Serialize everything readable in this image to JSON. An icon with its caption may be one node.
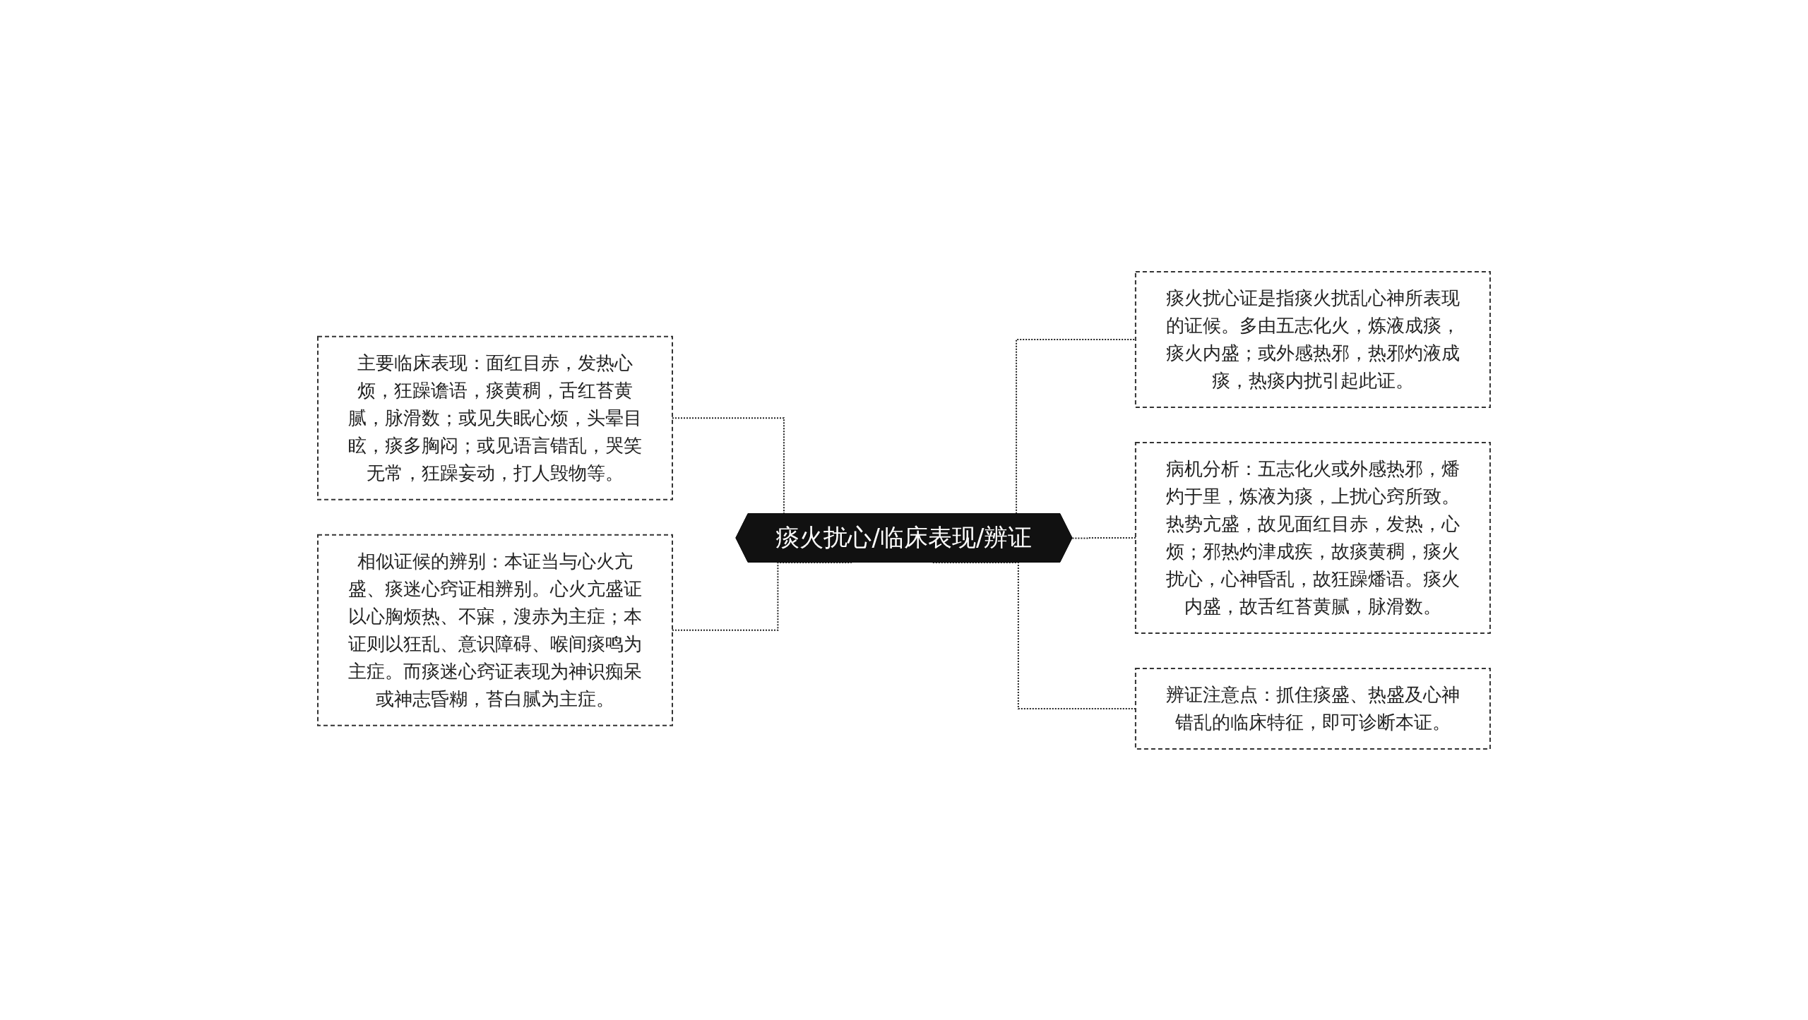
{
  "diagram": {
    "nodes": [
      {
        "text": [
          "痰火扰心/临床表现/辨证"
        ]
      },
      {
        "text": [
          "主要临床表现：面红目赤，发热心烦，狂躁谵语，痰黄稠，舌红苔黄腻，脉滑数；或见失眠心烦，头晕目眩，痰多胸闷；或见语言错乱，哭笑无常，狂躁妄动，打人毁物等。"
        ]
      },
      {
        "text": [
          "相似证候的辨别：本证当与心火亢盛、痰迷心窍证相辨别。心火亢盛证以心胸烦热、不寐，溲赤为主症；本证则以狂乱、意识障碍、喉间痰鸣为主症。而痰迷心窍证表现为神识痴呆或神志昏糊，苔白腻为主症。"
        ]
      },
      {
        "text": [
          "痰火扰心证是指痰火扰乱心神所表现的证候。多由五志化火，炼液成痰，痰火内盛；或外感热邪，热邪灼液成痰，热痰内扰引起此证。"
        ]
      },
      {
        "text": [
          "病机分析：五志化火或外感热邪，燔灼于里，炼液为痰，上扰心窍所致。热势亢盛，故见面红目赤，发热，心烦；邪热灼津成疾，故痰黄稠，痰火扰心，心神昏乱，故狂躁燔语。痰火内盛，故舌红苔黄腻，脉滑数。"
        ]
      },
      {
        "text": [
          "辨证注意点：抓住痰盛、热盛及心神错乱的临床特征，即可诊断本证。"
        ]
      }
    ],
    "edges": [
      {
        "from": 1,
        "to": 0,
        "arrow": "none",
        "style": "dashed"
      },
      {
        "from": 2,
        "to": 0,
        "arrow": "none",
        "style": "dashed"
      },
      {
        "from": 0,
        "to": 3,
        "arrow": "none",
        "style": "dashed"
      },
      {
        "from": 0,
        "to": 4,
        "arrow": "none",
        "style": "dashed"
      },
      {
        "from": 0,
        "to": 5,
        "arrow": "none",
        "style": "dashed"
      }
    ]
  }
}
